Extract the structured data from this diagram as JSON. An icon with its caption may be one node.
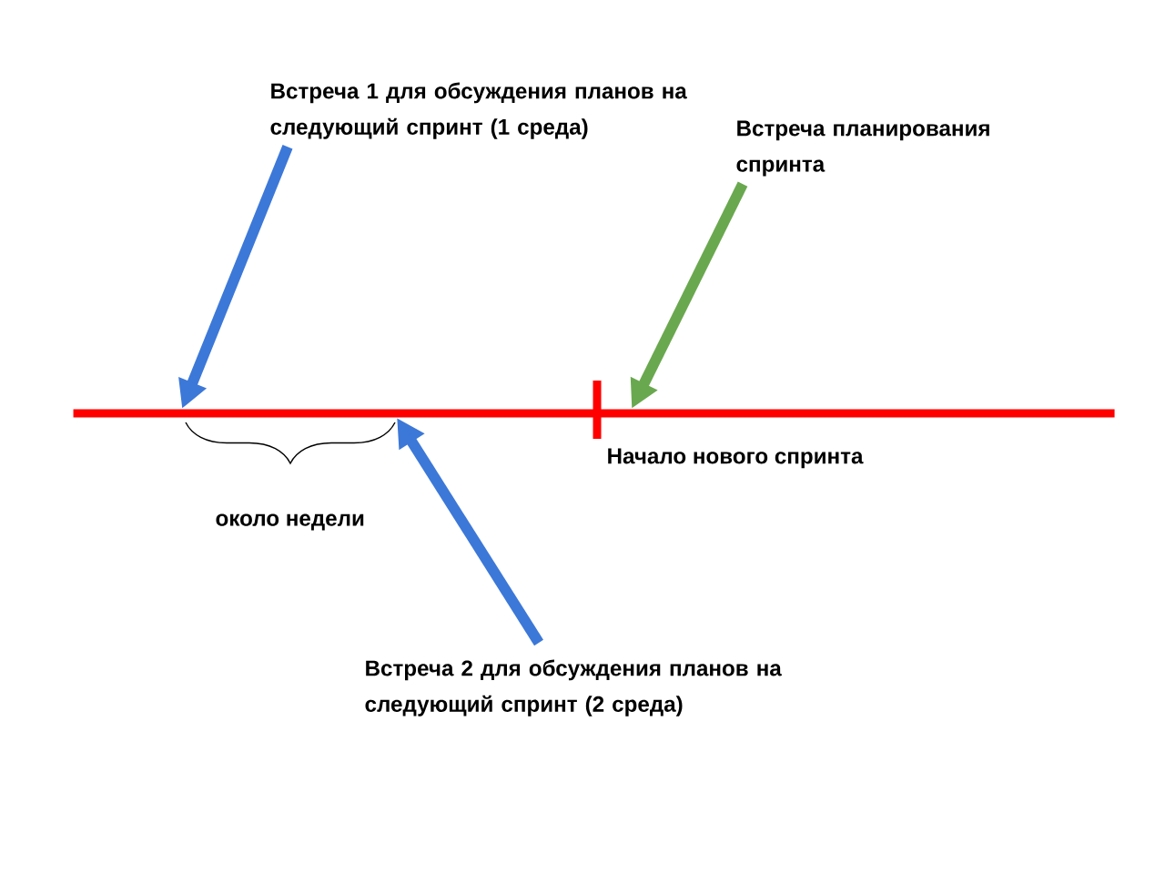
{
  "diagram": {
    "nodes": [
      {
        "text": [
          "Встреча 1 для обсуждения планов на следующий спринт (1 среда)"
        ]
      },
      {
        "text": [
          "Встреча планирования спринта"
        ]
      },
      {
        "text": [
          "Встреча 2 для обсуждения планов на следующий спринт (2 среда)"
        ]
      },
      {
        "text": [],
        "shape": "line"
      }
    ],
    "edges": [
      {
        "from": 0,
        "to": 3,
        "arrow": "to"
      },
      {
        "from": 1,
        "to": 3,
        "arrow": "to",
        "color": "#6aa84f"
      },
      {
        "from": 2,
        "to": 3,
        "arrow": "to"
      }
    ],
    "labels": [
      "Начало нового спринта",
      "около недели"
    ]
  }
}
